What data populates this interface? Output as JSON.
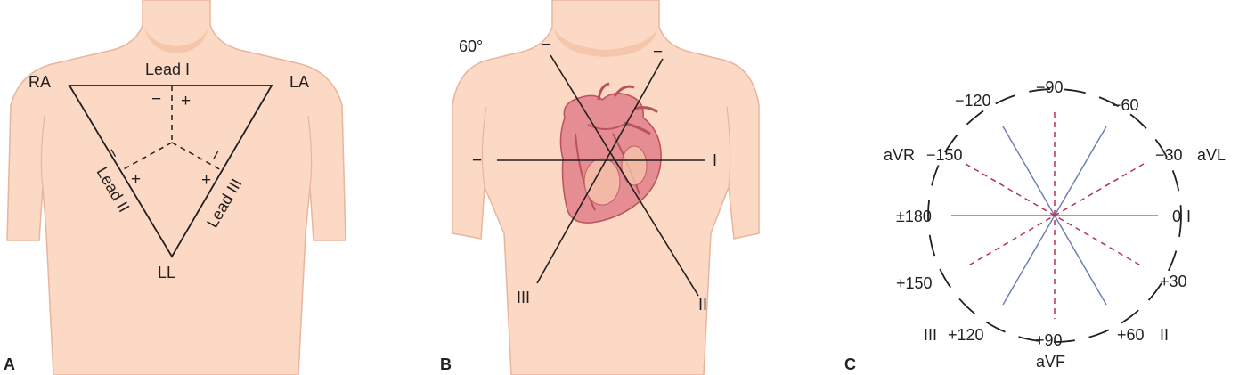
{
  "colors": {
    "skin": "#fbd9c4",
    "skin_edge": "#e9b59c",
    "skin_shadow": "#f6c6ab",
    "heart": "#e58d92",
    "heart_dark": "#b9525c",
    "line": "#231f20",
    "solid_axis": "#6f7fb5",
    "dashed_axis": "#b5344f"
  },
  "panelA": {
    "letter": "A",
    "ra": "RA",
    "la": "LA",
    "ll": "LL",
    "lead1": "Lead I",
    "lead2": "Lead II",
    "lead3": "Lead III",
    "lead1_minus": "−",
    "lead1_plus": "+",
    "lead2_minus": "−",
    "lead2_plus": "+",
    "lead3_minus": "−",
    "lead3_plus": "+"
  },
  "panelB": {
    "letter": "B",
    "angle": "60°",
    "minus_left_top": "−",
    "minus_right_top": "−",
    "minus_lead1": "−",
    "lead1": "I",
    "lead2": "II",
    "lead3": "III"
  },
  "panelC": {
    "letter": "C",
    "labels": {
      "m90": "−90",
      "m120": "−120",
      "m60": "−60",
      "m150": "−150",
      "avr": "aVR",
      "m30": "−30",
      "avl": "aVL",
      "pm180": "±180",
      "zero": "0",
      "lead1": "I",
      "p30": "+30",
      "p150": "+150",
      "p120": "+120",
      "lead3": "III",
      "p90": "+90",
      "avf": "aVF",
      "p60": "+60",
      "lead2": "II"
    }
  }
}
